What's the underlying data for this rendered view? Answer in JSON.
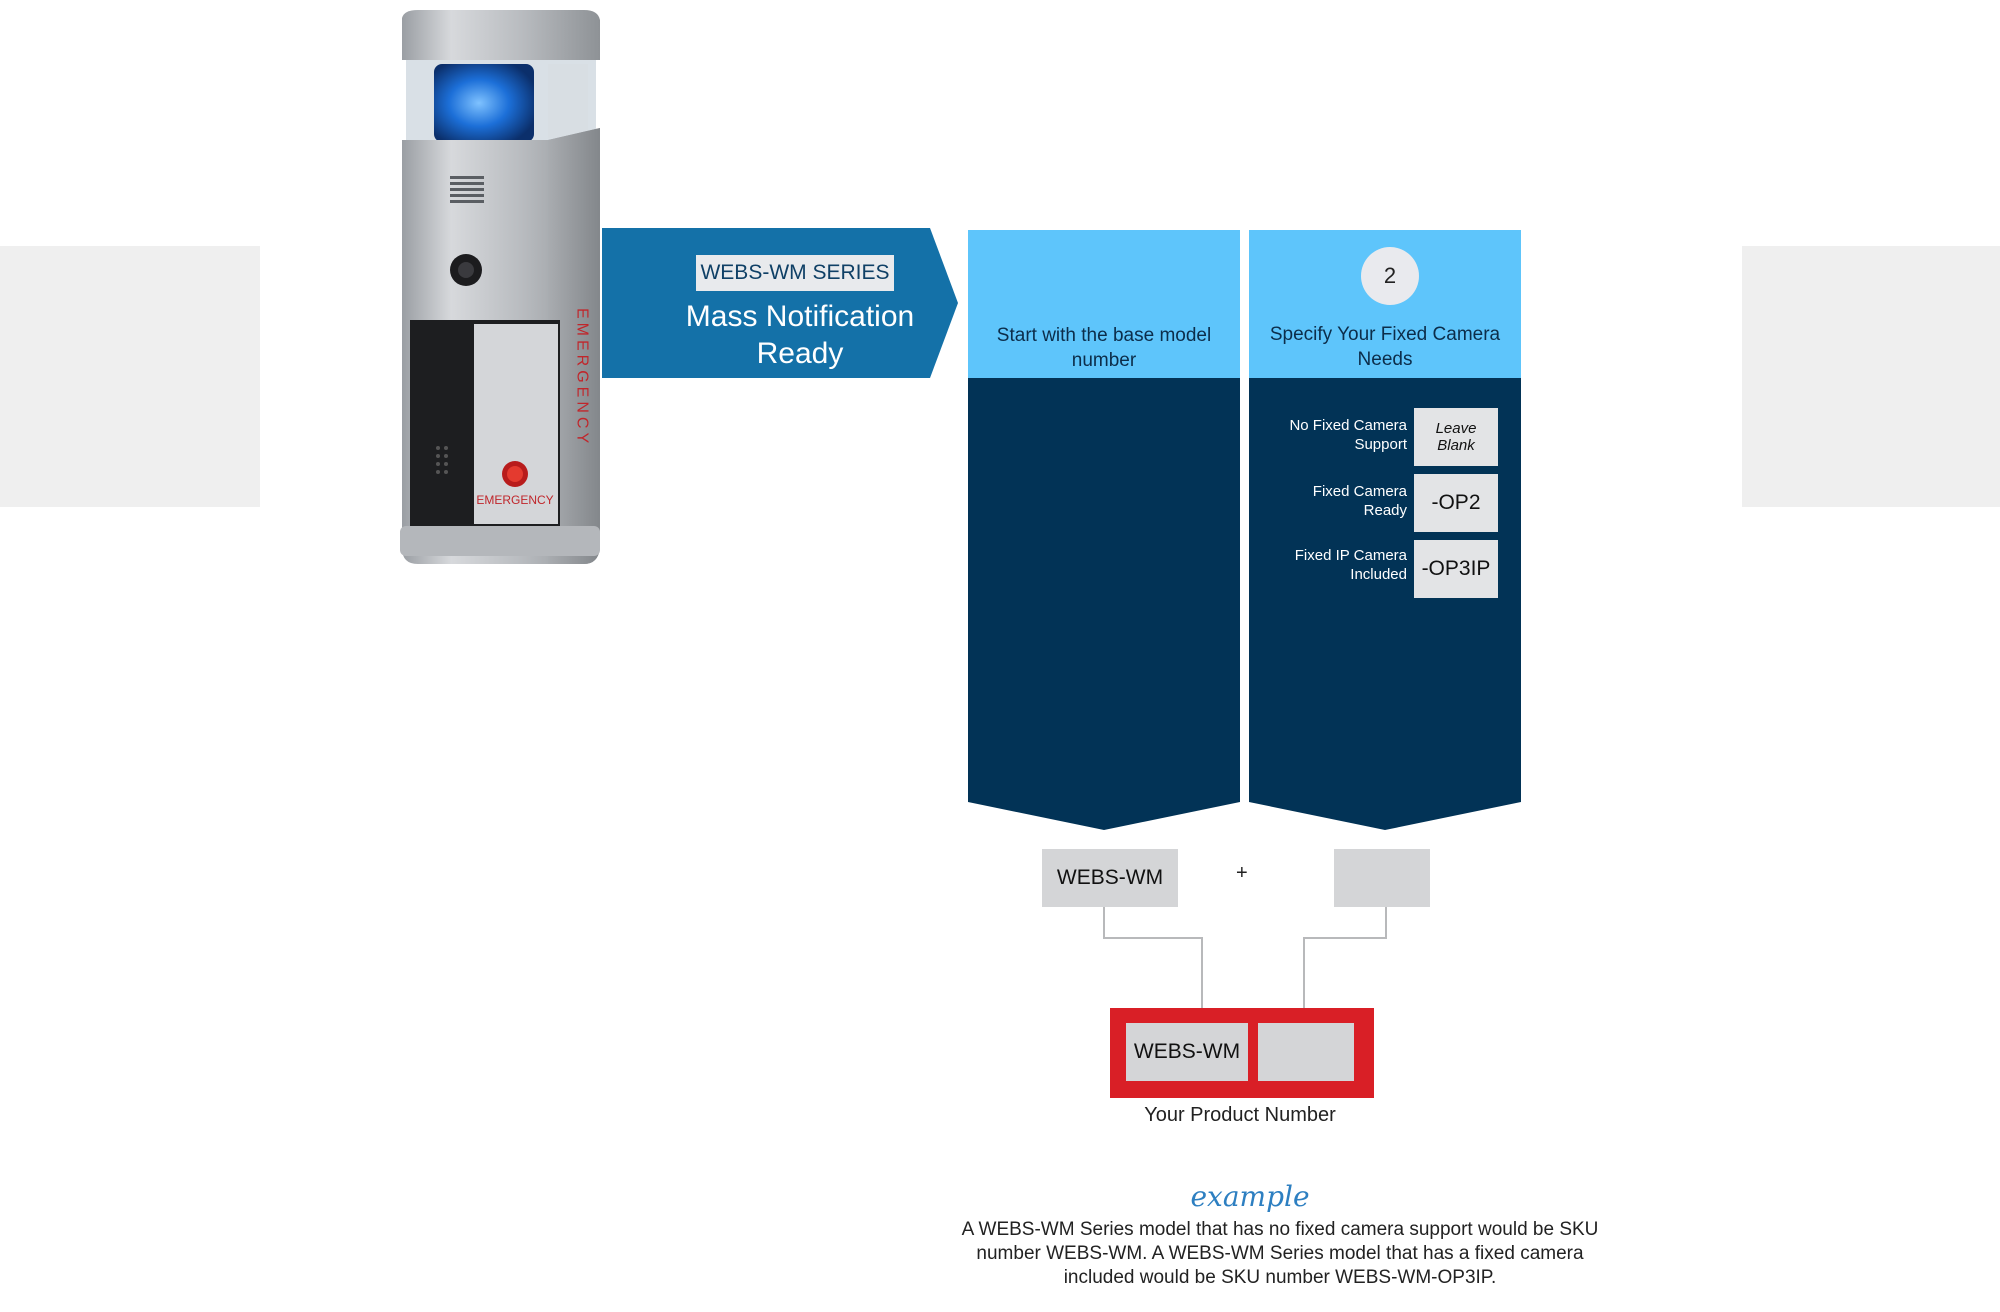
{
  "banner": {
    "series": "WEBS-WM SERIES",
    "title_line1": "Mass Notification",
    "title_line2": "Ready"
  },
  "device": {
    "side_text": "EMERGENCY",
    "button_label": "EMERGENCY"
  },
  "columns": [
    {
      "heading": "Start with the base model number"
    },
    {
      "step": "2",
      "heading": "Specify Your Fixed Camera Needs",
      "options": [
        {
          "label_line1": "No Fixed Camera",
          "label_line2": "Support",
          "code_line1": "Leave",
          "code_line2": "Blank"
        },
        {
          "label_line1": "Fixed Camera",
          "label_line2": "Ready",
          "code": "-OP2"
        },
        {
          "label_line1": "Fixed IP Camera",
          "label_line2": "Included",
          "code": "-OP3IP"
        }
      ]
    }
  ],
  "builder": {
    "base_value": "WEBS-WM",
    "plus": "+",
    "camera_value": ""
  },
  "product": {
    "base": "WEBS-WM",
    "suffix": "",
    "label": "Your Product Number"
  },
  "example": {
    "word": "example",
    "line1": "A WEBS-WM Series model that has no fixed camera support would be SKU",
    "line2": "number WEBS-WM. A WEBS-WM Series model that has a fixed camera",
    "line3": "included would be SKU number WEBS-WM-OP3IP."
  },
  "colors": {
    "navy": "#023356",
    "sky": "#5ec5fb",
    "banner_blue": "#1471a8",
    "product_red": "#d91f26",
    "panel_grey": "#efefef"
  }
}
